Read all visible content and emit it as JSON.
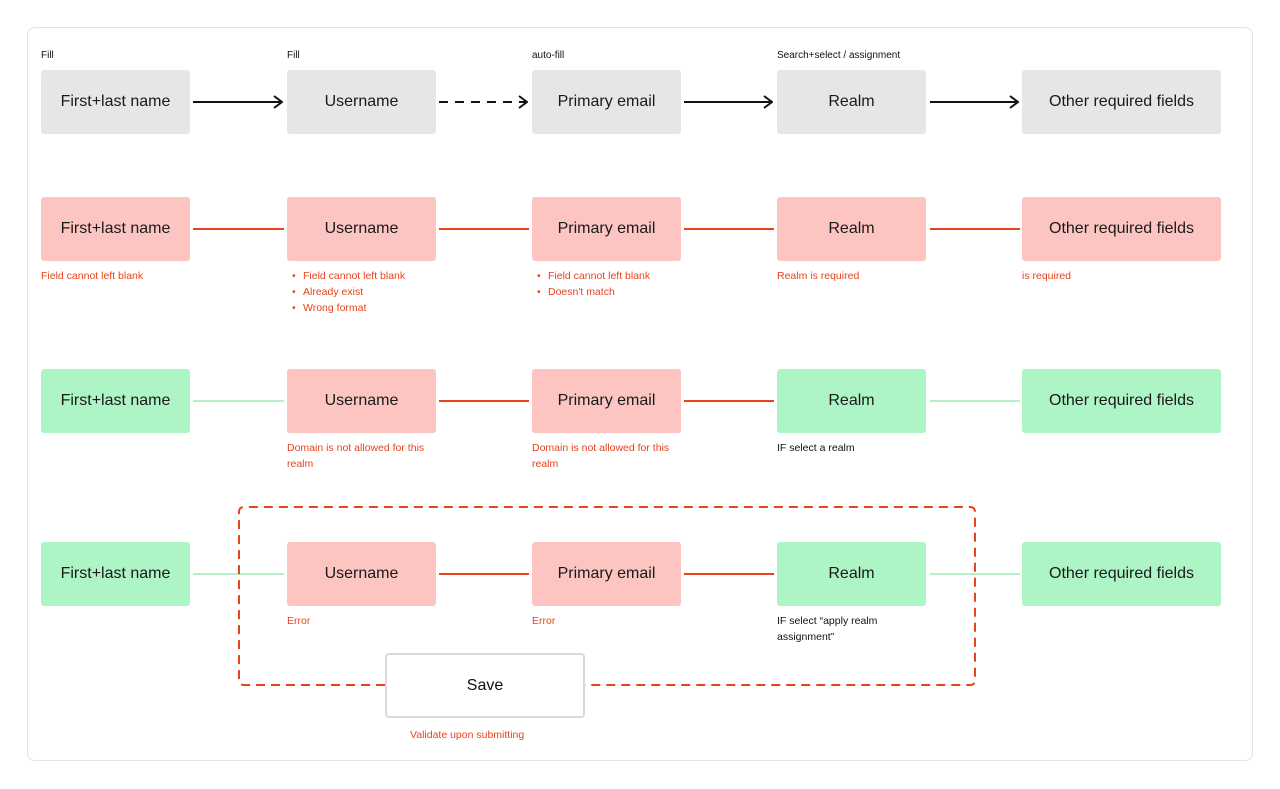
{
  "column_labels": [
    "Fill",
    "Fill",
    "auto-fill",
    "Search+select / assignment"
  ],
  "boxes": {
    "name": "First+last name",
    "username": "Username",
    "email": "Primary email",
    "realm": "Realm",
    "other": "Other required fields"
  },
  "row2_notes": {
    "name": "Field cannot left blank",
    "username": [
      "Field cannot left blank",
      "Already exist",
      "Wrong format"
    ],
    "email": [
      "Field cannot left blank",
      "Doesn't match"
    ],
    "realm": "Realm is required",
    "other": "is required"
  },
  "row3_notes": {
    "username": [
      "Domain is not allowed for this",
      "realm"
    ],
    "email": [
      "Domain is not allowed for this",
      "realm"
    ],
    "realm": "IF select a realm"
  },
  "row4_notes": {
    "username": "Error",
    "email": "Error",
    "realm": [
      "IF select “apply realm",
      "assignment”"
    ]
  },
  "save": {
    "label": "Save",
    "caption": "Validate upon submitting"
  },
  "colors": {
    "neutral": "#e6e6e6",
    "error_fill": "#fdc5c1",
    "ok_fill": "#adf4c6",
    "error_line": "#e8431c",
    "ok_line": "#b6f0c9"
  }
}
